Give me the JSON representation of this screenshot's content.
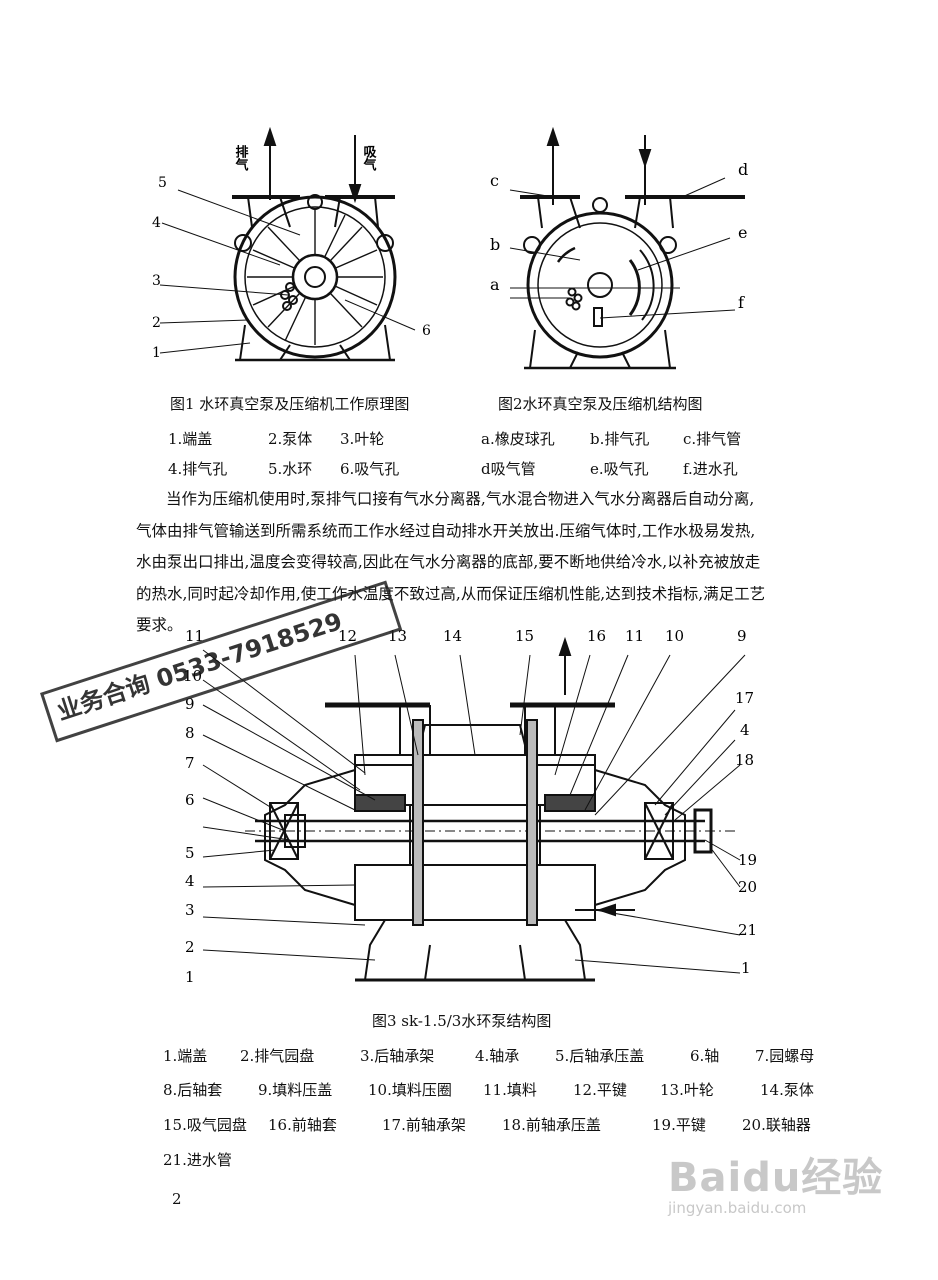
{
  "fig1": {
    "top_labels": [
      "排气",
      "吸气"
    ],
    "callouts": [
      "5",
      "4",
      "3",
      "2",
      "1",
      "6"
    ],
    "caption": "图1  水环真空泵及压缩机工作原理图"
  },
  "fig2": {
    "callouts": [
      "c",
      "d",
      "b",
      "e",
      "a",
      "f"
    ],
    "caption": "图2水环真空泵及压缩机结构图"
  },
  "legend12": {
    "row1": [
      "1.端盖",
      "2.泵体",
      "3.叶轮",
      "a.橡皮球孔",
      "b.排气孔",
      "c.排气管"
    ],
    "row2": [
      "4.排气孔",
      "5.水环",
      "6.吸气孔",
      "d吸气管",
      "e.吸气孔",
      "f.进水孔"
    ]
  },
  "paragraph": [
    "当作为压缩机使用时,泵排气口接有气水分离器,气水混合物进入气水分离器后自动分离,",
    "气体由排气管输送到所需系统而工作水经过自动排水开关放出.压缩气体时,工作水极易发热,",
    "水由泵出口排出,温度会变得较高,因此在气水分离器的底部,要不断地供给冷水,以补充被放走",
    "的热水,同时起冷却作用,使工作水温度不致过高,从而保证压缩机性能,达到技术指标,满足工艺",
    "要求。"
  ],
  "stamp_text": "业务合询 0533-7918529",
  "fig3": {
    "callouts_top": [
      "11",
      "12",
      "13",
      "14",
      "15",
      "16",
      "11",
      "10",
      "9"
    ],
    "callouts_left": [
      "10",
      "9",
      "8",
      "7",
      "6",
      "5",
      "4",
      "3",
      "2",
      "1"
    ],
    "callouts_right": [
      "17",
      "4",
      "18",
      "19",
      "20",
      "21",
      "1"
    ],
    "caption": "图3    sk-1.5/3水环泵结构图"
  },
  "legend3": {
    "row1": [
      "1.端盖",
      "2.排气园盘",
      "3.后轴承架",
      "4.轴承",
      "5.后轴承压盖",
      "6.轴",
      "7.园螺母"
    ],
    "row2": [
      "8.后轴套",
      "9.填料压盖",
      "10.填料压圈",
      "11.填料",
      "12.平键",
      "13.叶轮",
      "14.泵体"
    ],
    "row3": [
      "15.吸气园盘",
      "16.前轴套",
      "17.前轴承架",
      "18.前轴承压盖",
      "19.平键",
      "20.联轴器"
    ],
    "row4": [
      "21.进水管"
    ]
  },
  "page_number": "2",
  "watermark": {
    "logo": "Baidu经验",
    "url": "jingyan.baidu.com"
  }
}
